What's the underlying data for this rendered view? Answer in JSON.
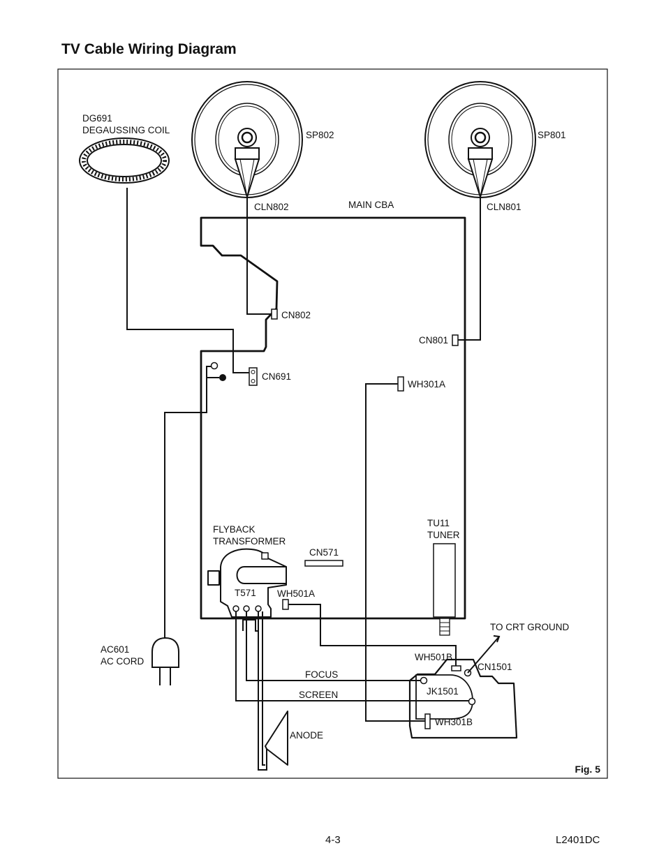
{
  "title": "TV Cable Wiring Diagram",
  "labels": {
    "dg691": "DG691",
    "degaussing_coil": "DEGAUSSING COIL",
    "sp802": "SP802",
    "sp801": "SP801",
    "cln802": "CLN802",
    "main_cba": "MAIN CBA",
    "cln801": "CLN801",
    "cn802": "CN802",
    "cn801": "CN801",
    "cn691": "CN691",
    "wh301a": "WH301A",
    "flyback": "FLYBACK",
    "transformer": "TRANSFORMER",
    "tu11": "TU11",
    "tuner": "TUNER",
    "cn571": "CN571",
    "t571": "T571",
    "wh501a": "WH501A",
    "to_crt_ground": "TO CRT GROUND",
    "ac601": "AC601",
    "ac_cord": "AC CORD",
    "wh501b": "WH501B",
    "cn1501": "CN1501",
    "focus": "FOCUS",
    "jk1501": "JK1501",
    "screen": "SCREEN",
    "wh301b": "WH301B",
    "anode": "ANODE",
    "fig": "Fig. 5"
  },
  "footer": {
    "page_number": "4-3",
    "model": "L2401DC"
  }
}
